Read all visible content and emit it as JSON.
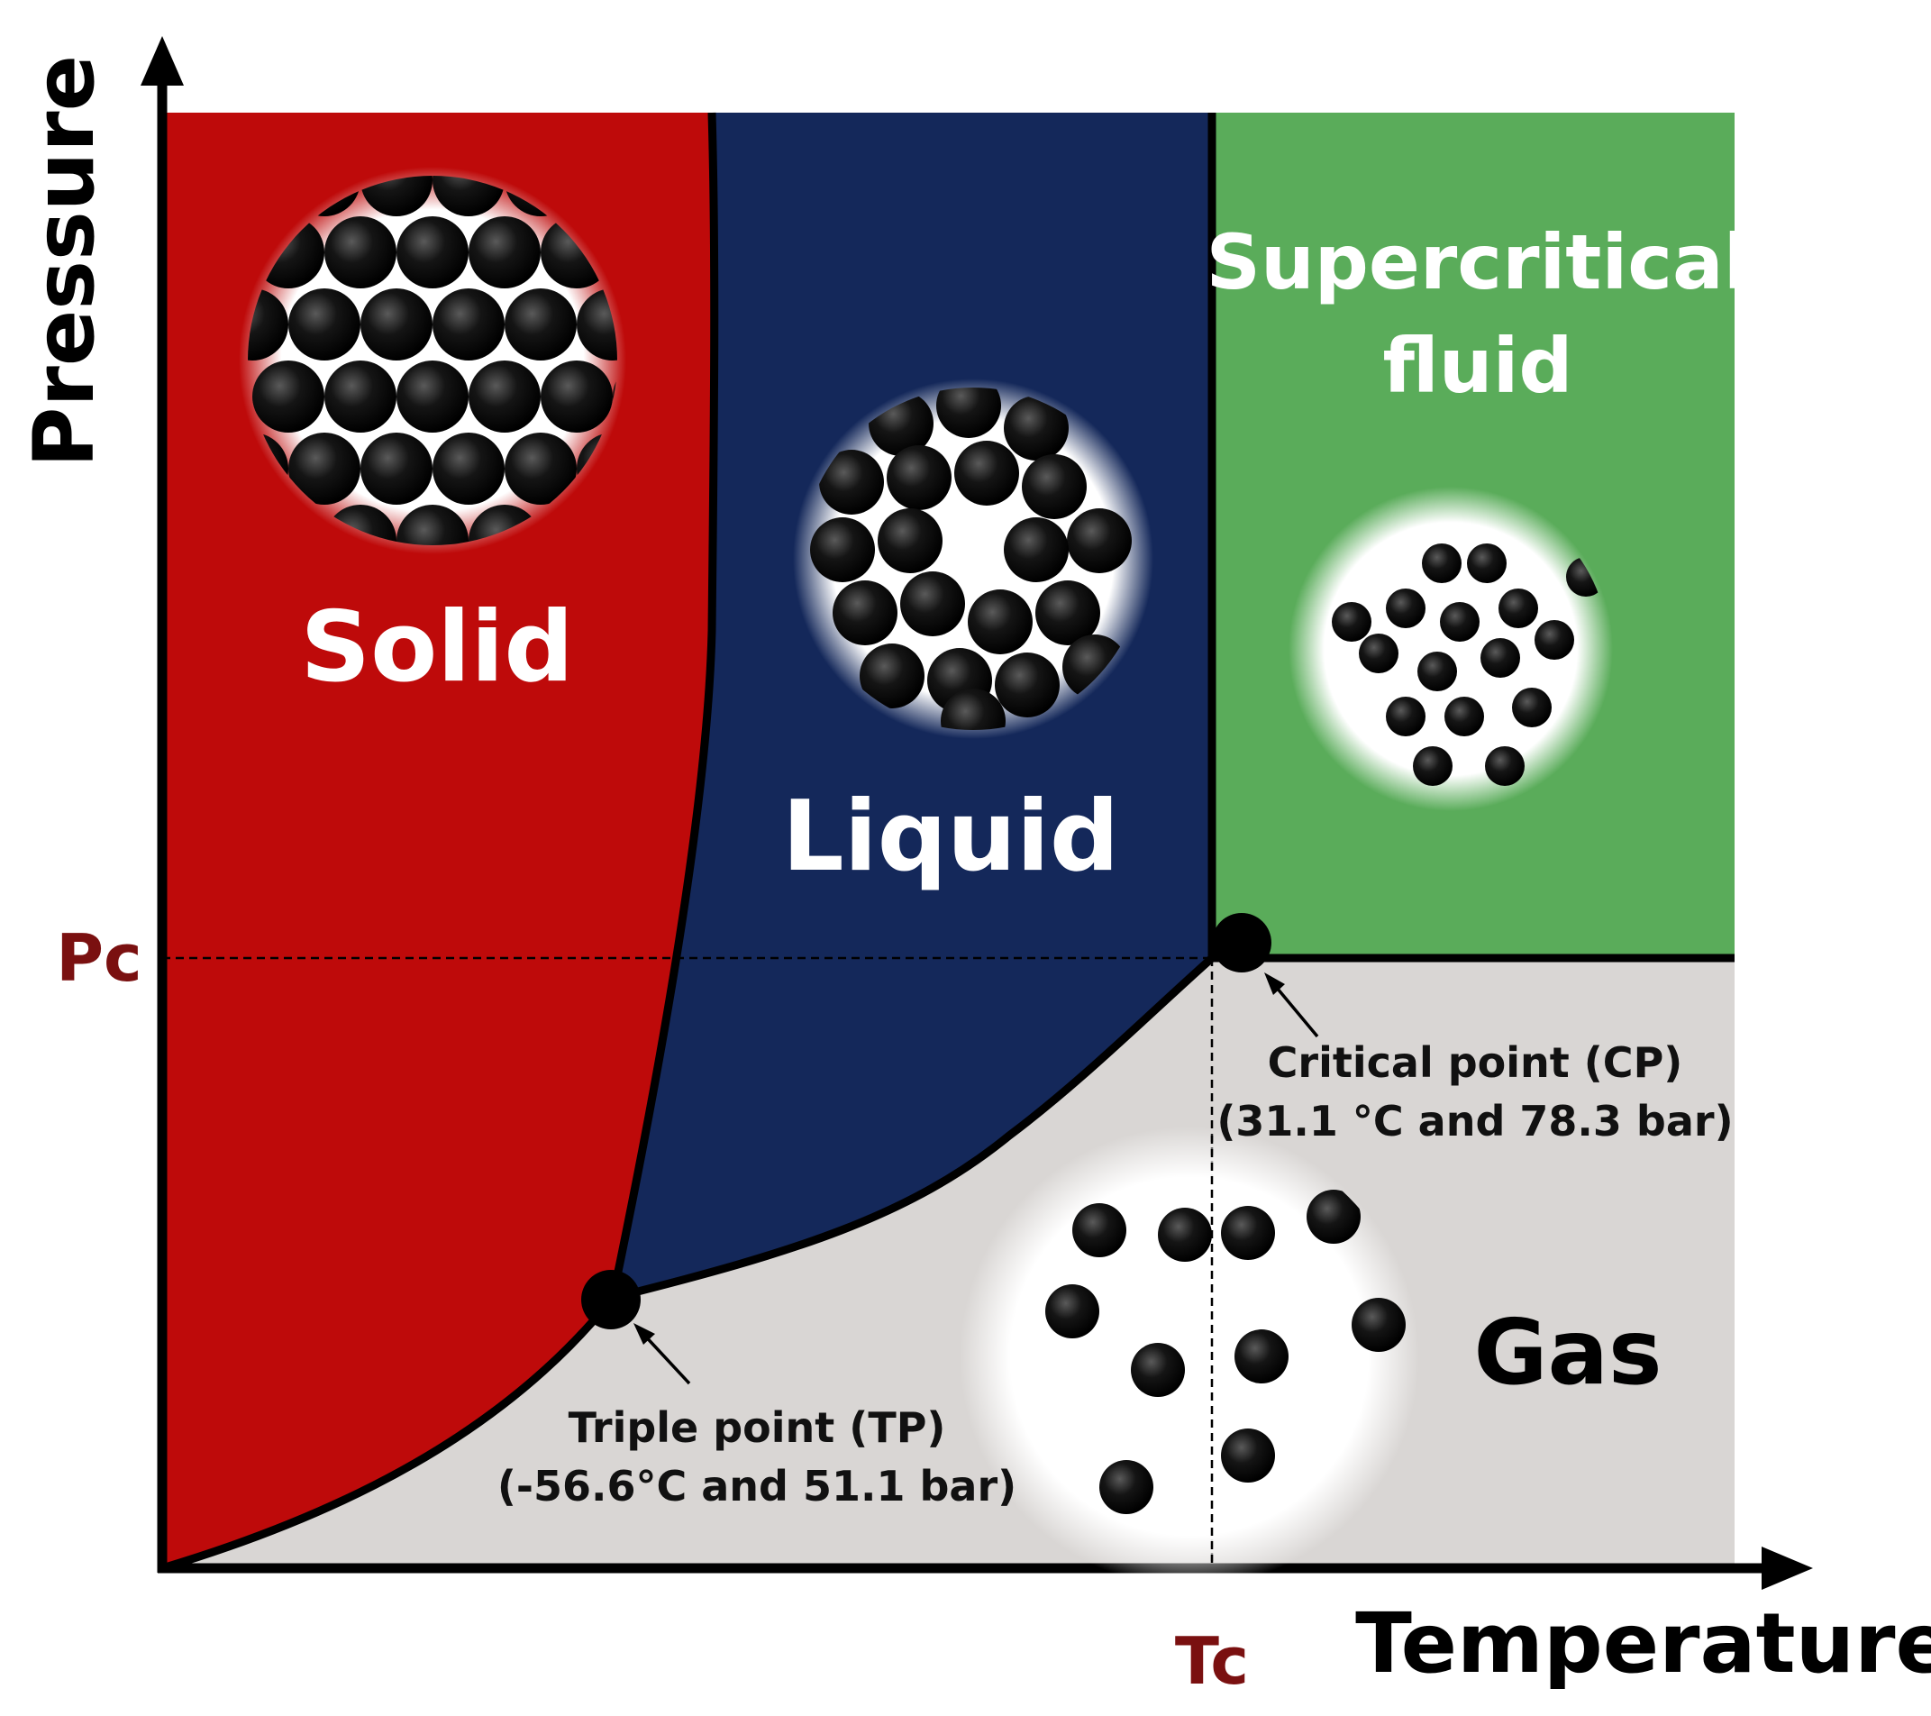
{
  "axes": {
    "x_label": "Temperature",
    "y_label": "Pressure",
    "x_tick": "Tc",
    "y_tick": "Pc"
  },
  "regions": {
    "solid": "Solid",
    "liquid": "Liquid",
    "supercritical_line1": "Supercritical",
    "supercritical_line2": "fluid",
    "gas": "Gas"
  },
  "points": {
    "triple": {
      "label": "Triple point (TP)",
      "values": "(-56.6°C and 51.1 bar)"
    },
    "critical": {
      "label": "Critical point (CP)",
      "values": "(31.1 °C and 78.3 bar)"
    }
  },
  "colors": {
    "solid": "#be0a0a",
    "liquid": "#14285a",
    "supercritical": "#5aac5a",
    "gas": "#d9d6d4",
    "tick": "#7a1010"
  }
}
